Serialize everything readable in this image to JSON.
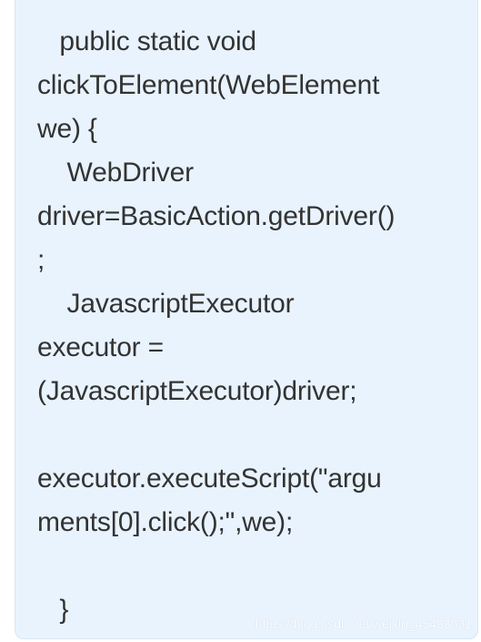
{
  "code_block": {
    "lines": [
      "   public static void",
      "clickToElement(WebElement",
      "we) {",
      "    WebDriver",
      "driver=BasicAction.getDriver()",
      ";",
      "    JavascriptExecutor",
      "executor =",
      "(JavascriptExecutor)driver;",
      "",
      "executor.executeScript(\"argu",
      "ments[0].click();\",we);",
      "",
      "   }"
    ],
    "background_color": "#e8f3fe",
    "text_color": "#333333"
  },
  "watermark": {
    "text": "https://blog.csdn.net/weixin_45433031"
  }
}
